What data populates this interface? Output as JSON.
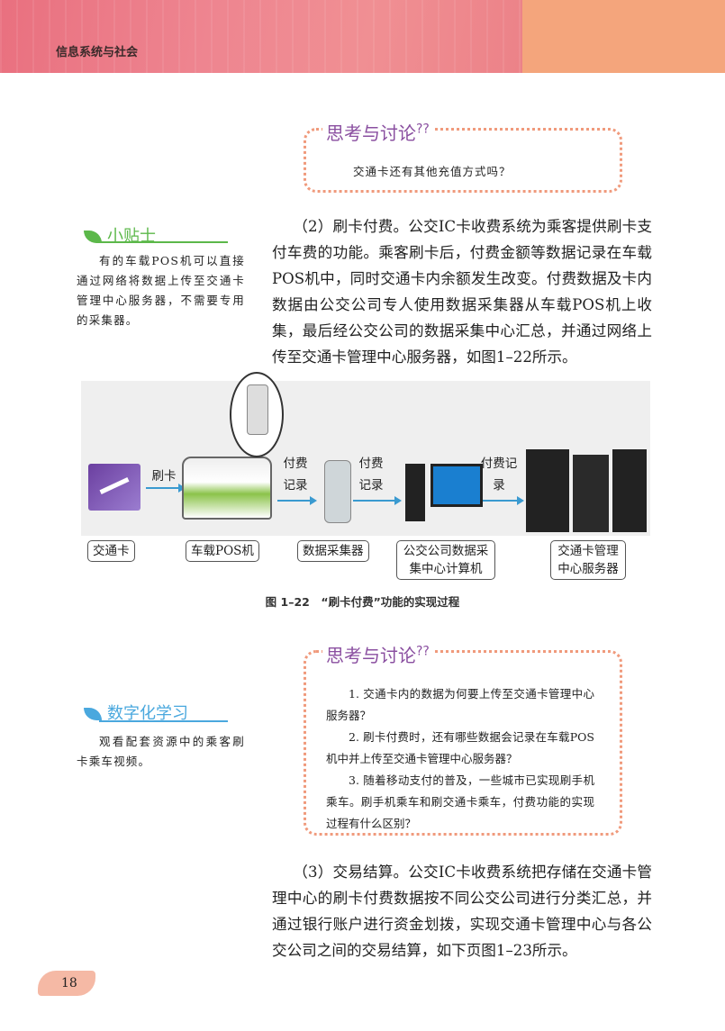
{
  "header": {
    "title": "信息系统与社会"
  },
  "think1": {
    "title": "思考与讨论",
    "marks": "??",
    "question": "交通卡还有其他充值方式吗？"
  },
  "tip": {
    "title": "小贴士",
    "text": "有的车载POS机可以直接通过网络将数据上传至交通卡管理中心服务器，不需要专用的采集器。"
  },
  "para2": "（2）刷卡付费。公交IC卡收费系统为乘客提供刷卡支付车费的功能。乘客刷卡后，付费金额等数据记录在车载POS机中，同时交通卡内余额发生改变。付费数据及卡内数据由公交公司专人使用数据采集器从车载POS机上收集，最后经公交公司的数据采集中心汇总，并通过网络上传至交通卡管理中心服务器，如图1–22所示。",
  "figure": {
    "arrows": [
      "刷卡",
      "付费记录",
      "付费记录",
      "付费记录"
    ],
    "labels": [
      "交通卡",
      "车载POS机",
      "数据采集器",
      "公交公司数据采集中心计算机",
      "交通卡管理中心服务器"
    ],
    "caption": "图 1–22　“刷卡付费”功能的实现过程"
  },
  "digital": {
    "title": "数字化学习",
    "text": "观看配套资源中的乘客刷卡乘车视频。"
  },
  "think2": {
    "title": "思考与讨论",
    "marks": "??",
    "questions": [
      "1. 交通卡内的数据为何要上传至交通卡管理中心服务器？",
      "2. 刷卡付费时，还有哪些数据会记录在车载POS机中并上传至交通卡管理中心服务器？",
      "3. 随着移动支付的普及，一些城市已实现刷手机乘车。刷手机乘车和刷交通卡乘车，付费功能的实现过程有什么区别？"
    ]
  },
  "para3": "（3）交易结算。公交IC卡收费系统把存储在交通卡管理中心的刷卡付费数据按不同公交公司进行分类汇总，并通过银行账户进行资金划拨，实现交通卡管理中心与各公交公司之间的交易结算，如下页图1–23所示。",
  "page_number": "18",
  "colors": {
    "header_pink": "#ec7b87",
    "header_orange": "#f4a57c",
    "tip_green": "#5cb84a",
    "digital_blue": "#4aa8de",
    "think_purple": "#8a4fa0",
    "dots": "#f09a7c"
  }
}
